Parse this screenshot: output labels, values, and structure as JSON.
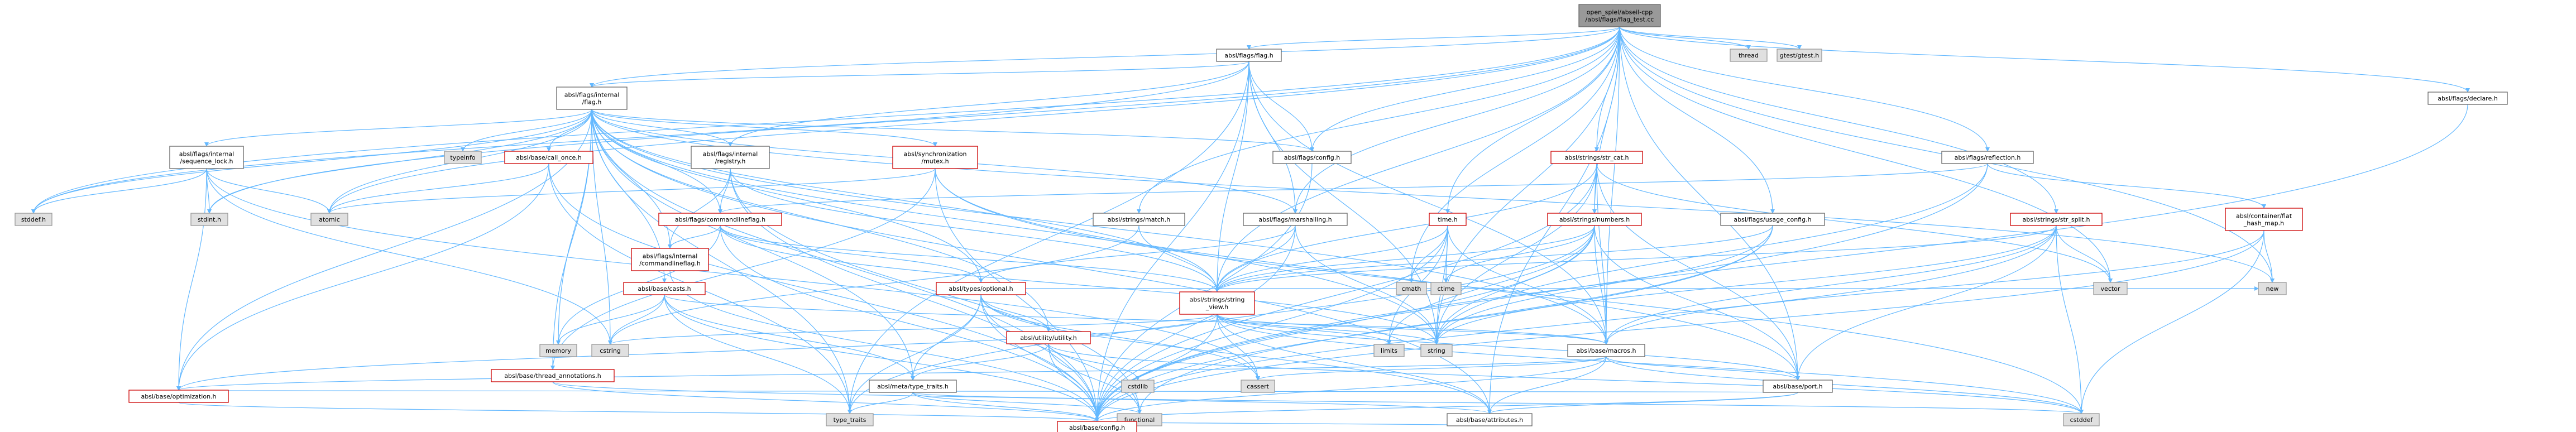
{
  "diagram": {
    "type": "include-dependency-graph",
    "nodes": [
      {
        "id": "root",
        "style": "root",
        "lines": [
          "open_spiel/abseil-cpp",
          "/absl/flags/flag_test.cc"
        ]
      },
      {
        "id": "flag_h",
        "style": "hdr",
        "lines": [
          "absl/flags/flag.h"
        ]
      },
      {
        "id": "internal_flag_h",
        "style": "hdr",
        "lines": [
          "absl/flags/internal",
          "/flag.h"
        ]
      },
      {
        "id": "thread",
        "style": "sys",
        "lines": [
          "thread"
        ]
      },
      {
        "id": "gtest",
        "style": "sys",
        "lines": [
          "gtest/gtest.h"
        ]
      },
      {
        "id": "declare_h",
        "style": "hdr",
        "lines": [
          "absl/flags/declare.h"
        ]
      },
      {
        "id": "seq_lock_h",
        "style": "hdr",
        "lines": [
          "absl/flags/internal",
          "/sequence_lock.h"
        ]
      },
      {
        "id": "typeinfo",
        "style": "sys",
        "lines": [
          "typeinfo"
        ]
      },
      {
        "id": "call_once_h",
        "style": "red",
        "lines": [
          "absl/base/call_once.h"
        ]
      },
      {
        "id": "registry_h",
        "style": "hdr",
        "lines": [
          "absl/flags/internal",
          "/registry.h"
        ]
      },
      {
        "id": "mutex_h",
        "style": "red",
        "lines": [
          "absl/synchronization",
          "/mutex.h"
        ]
      },
      {
        "id": "flags_config_h",
        "style": "hdr",
        "lines": [
          "absl/flags/config.h"
        ]
      },
      {
        "id": "str_cat_h",
        "style": "red",
        "lines": [
          "absl/strings/str_cat.h"
        ]
      },
      {
        "id": "reflection_h",
        "style": "hdr",
        "lines": [
          "absl/flags/reflection.h"
        ]
      },
      {
        "id": "stddef_h",
        "style": "sys",
        "lines": [
          "stddef.h"
        ]
      },
      {
        "id": "stdint_h",
        "style": "sys",
        "lines": [
          "stdint.h"
        ]
      },
      {
        "id": "atomic",
        "style": "sys",
        "lines": [
          "atomic"
        ]
      },
      {
        "id": "commandlineflag_h",
        "style": "red",
        "lines": [
          "absl/flags/commandlineflag.h"
        ]
      },
      {
        "id": "match_h",
        "style": "hdr",
        "lines": [
          "absl/strings/match.h"
        ]
      },
      {
        "id": "marshalling_h",
        "style": "hdr",
        "lines": [
          "absl/flags/marshalling.h"
        ]
      },
      {
        "id": "time_h",
        "style": "red",
        "lines": [
          "time.h"
        ]
      },
      {
        "id": "numbers_h",
        "style": "red",
        "lines": [
          "absl/strings/numbers.h"
        ]
      },
      {
        "id": "usage_config_h",
        "style": "hdr",
        "lines": [
          "absl/flags/usage_config.h"
        ]
      },
      {
        "id": "str_split_h",
        "style": "red",
        "lines": [
          "absl/strings/str_split.h"
        ]
      },
      {
        "id": "flat_hash_map_h",
        "style": "red",
        "lines": [
          "absl/container/flat",
          "_hash_map.h"
        ]
      },
      {
        "id": "internal_commandlineflag_h",
        "style": "red",
        "lines": [
          "absl/flags/internal",
          "/commandlineflag.h"
        ]
      },
      {
        "id": "casts_h",
        "style": "red",
        "lines": [
          "absl/base/casts.h"
        ]
      },
      {
        "id": "optional_h",
        "style": "red",
        "lines": [
          "absl/types/optional.h"
        ]
      },
      {
        "id": "string_view_h",
        "style": "red",
        "lines": [
          "absl/strings/string",
          "_view.h"
        ]
      },
      {
        "id": "cmath",
        "style": "sys",
        "lines": [
          "cmath"
        ]
      },
      {
        "id": "ctime",
        "style": "sys",
        "lines": [
          "ctime"
        ]
      },
      {
        "id": "vector",
        "style": "sys",
        "lines": [
          "vector"
        ]
      },
      {
        "id": "new",
        "style": "sys",
        "lines": [
          "new"
        ]
      },
      {
        "id": "utility_h",
        "style": "red",
        "lines": [
          "absl/utility/utility.h"
        ]
      },
      {
        "id": "memory",
        "style": "sys",
        "lines": [
          "memory"
        ]
      },
      {
        "id": "cstring",
        "style": "sys",
        "lines": [
          "cstring"
        ]
      },
      {
        "id": "limits",
        "style": "sys",
        "lines": [
          "limits"
        ]
      },
      {
        "id": "string",
        "style": "sys",
        "lines": [
          "string"
        ]
      },
      {
        "id": "macros_h",
        "style": "hdr",
        "lines": [
          "absl/base/macros.h"
        ]
      },
      {
        "id": "thread_annotations_h",
        "style": "red",
        "lines": [
          "absl/base/thread_annotations.h"
        ]
      },
      {
        "id": "type_traits_h",
        "style": "hdr",
        "lines": [
          "absl/meta/type_traits.h"
        ]
      },
      {
        "id": "cstdlib",
        "style": "sys",
        "lines": [
          "cstdlib"
        ]
      },
      {
        "id": "cassert",
        "style": "sys",
        "lines": [
          "cassert"
        ]
      },
      {
        "id": "port_h",
        "style": "hdr",
        "lines": [
          "absl/base/port.h"
        ]
      },
      {
        "id": "optimization_h",
        "style": "red",
        "lines": [
          "absl/base/optimization.h"
        ]
      },
      {
        "id": "type_traits",
        "style": "sys",
        "lines": [
          "type_traits"
        ]
      },
      {
        "id": "functional",
        "style": "sys",
        "lines": [
          "functional"
        ]
      },
      {
        "id": "attributes_h",
        "style": "hdr",
        "lines": [
          "absl/base/attributes.h"
        ]
      },
      {
        "id": "cstddef",
        "style": "sys",
        "lines": [
          "cstddef"
        ]
      },
      {
        "id": "base_config_h",
        "style": "red",
        "lines": [
          "absl/base/config.h"
        ]
      }
    ],
    "edges": [
      [
        "root",
        "flag_h"
      ],
      [
        "root",
        "thread"
      ],
      [
        "root",
        "gtest"
      ],
      [
        "root",
        "declare_h"
      ],
      [
        "root",
        "internal_flag_h"
      ],
      [
        "root",
        "flags_config_h"
      ],
      [
        "root",
        "str_cat_h"
      ],
      [
        "root",
        "reflection_h"
      ],
      [
        "root",
        "marshalling_h"
      ],
      [
        "root",
        "usage_config_h"
      ],
      [
        "root",
        "numbers_h"
      ],
      [
        "root",
        "str_split_h"
      ],
      [
        "root",
        "match_h"
      ],
      [
        "root",
        "time_h"
      ],
      [
        "root",
        "string_view_h"
      ],
      [
        "root",
        "stddef_h"
      ],
      [
        "root",
        "stdint_h"
      ],
      [
        "root",
        "atomic"
      ],
      [
        "root",
        "cmath"
      ],
      [
        "root",
        "string"
      ],
      [
        "root",
        "vector"
      ],
      [
        "root",
        "new"
      ],
      [
        "root",
        "attributes_h"
      ],
      [
        "root",
        "macros_h"
      ],
      [
        "root",
        "port_h"
      ],
      [
        "flag_h",
        "internal_flag_h"
      ],
      [
        "flag_h",
        "registry_h"
      ],
      [
        "flag_h",
        "flags_config_h"
      ],
      [
        "flag_h",
        "marshalling_h"
      ],
      [
        "flag_h",
        "string_view_h"
      ],
      [
        "flag_h",
        "macros_h"
      ],
      [
        "flag_h",
        "base_config_h"
      ],
      [
        "flag_h",
        "stddef_h"
      ],
      [
        "flag_h",
        "string"
      ],
      [
        "flag_h",
        "type_traits"
      ],
      [
        "internal_flag_h",
        "seq_lock_h"
      ],
      [
        "internal_flag_h",
        "typeinfo"
      ],
      [
        "internal_flag_h",
        "call_once_h"
      ],
      [
        "internal_flag_h",
        "registry_h"
      ],
      [
        "internal_flag_h",
        "mutex_h"
      ],
      [
        "internal_flag_h",
        "flags_config_h"
      ],
      [
        "internal_flag_h",
        "commandlineflag_h"
      ],
      [
        "internal_flag_h",
        "internal_commandlineflag_h"
      ],
      [
        "internal_flag_h",
        "marshalling_h"
      ],
      [
        "internal_flag_h",
        "casts_h"
      ],
      [
        "internal_flag_h",
        "optional_h"
      ],
      [
        "internal_flag_h",
        "string_view_h"
      ],
      [
        "internal_flag_h",
        "utility_h"
      ],
      [
        "internal_flag_h",
        "thread_annotations_h"
      ],
      [
        "internal_flag_h",
        "type_traits_h"
      ],
      [
        "internal_flag_h",
        "optimization_h"
      ],
      [
        "internal_flag_h",
        "macros_h"
      ],
      [
        "internal_flag_h",
        "attributes_h"
      ],
      [
        "internal_flag_h",
        "base_config_h"
      ],
      [
        "internal_flag_h",
        "stddef_h"
      ],
      [
        "internal_flag_h",
        "stdint_h"
      ],
      [
        "internal_flag_h",
        "atomic"
      ],
      [
        "internal_flag_h",
        "memory"
      ],
      [
        "internal_flag_h",
        "cstring"
      ],
      [
        "internal_flag_h",
        "string"
      ],
      [
        "internal_flag_h",
        "type_traits"
      ],
      [
        "internal_flag_h",
        "new"
      ],
      [
        "seq_lock_h",
        "stddef_h"
      ],
      [
        "seq_lock_h",
        "stdint_h"
      ],
      [
        "seq_lock_h",
        "atomic"
      ],
      [
        "seq_lock_h",
        "cassert"
      ],
      [
        "seq_lock_h",
        "cstring"
      ],
      [
        "seq_lock_h",
        "optimization_h"
      ],
      [
        "call_once_h",
        "atomic"
      ],
      [
        "call_once_h",
        "optimization_h"
      ],
      [
        "call_once_h",
        "type_traits"
      ],
      [
        "call_once_h",
        "base_config_h"
      ],
      [
        "registry_h",
        "commandlineflag_h"
      ],
      [
        "registry_h",
        "internal_commandlineflag_h"
      ],
      [
        "registry_h",
        "string_view_h"
      ],
      [
        "registry_h",
        "base_config_h"
      ],
      [
        "registry_h",
        "functional"
      ],
      [
        "mutex_h",
        "atomic"
      ],
      [
        "mutex_h",
        "thread_annotations_h"
      ],
      [
        "mutex_h",
        "port_h"
      ],
      [
        "mutex_h",
        "base_config_h"
      ],
      [
        "mutex_h",
        "cstddef"
      ],
      [
        "commandlineflag_h",
        "internal_commandlineflag_h"
      ],
      [
        "commandlineflag_h",
        "optional_h"
      ],
      [
        "commandlineflag_h",
        "string_view_h"
      ],
      [
        "commandlineflag_h",
        "base_config_h"
      ],
      [
        "commandlineflag_h",
        "memory"
      ],
      [
        "commandlineflag_h",
        "string"
      ],
      [
        "internal_commandlineflag_h",
        "base_config_h"
      ],
      [
        "marshalling_h",
        "optional_h"
      ],
      [
        "marshalling_h",
        "string_view_h"
      ],
      [
        "marshalling_h",
        "base_config_h"
      ],
      [
        "marshalling_h",
        "string"
      ],
      [
        "marshalling_h",
        "cstdint"
      ],
      [
        "str_cat_h",
        "numbers_h"
      ],
      [
        "str_cat_h",
        "string_view_h"
      ],
      [
        "str_cat_h",
        "port_h"
      ],
      [
        "str_cat_h",
        "macros_h"
      ],
      [
        "str_cat_h",
        "base_config_h"
      ],
      [
        "str_cat_h",
        "string"
      ],
      [
        "str_cat_h",
        "vector"
      ],
      [
        "str_cat_h",
        "cstdint"
      ],
      [
        "reflection_h",
        "flat_hash_map_h"
      ],
      [
        "reflection_h",
        "commandlineflag_h"
      ],
      [
        "reflection_h",
        "string"
      ],
      [
        "reflection_h",
        "base_config_h"
      ],
      [
        "match_h",
        "string_view_h"
      ],
      [
        "match_h",
        "cstring"
      ],
      [
        "time_h",
        "string_view_h"
      ],
      [
        "time_h",
        "cmath"
      ],
      [
        "time_h",
        "ctime"
      ],
      [
        "time_h",
        "limits"
      ],
      [
        "time_h",
        "string"
      ],
      [
        "time_h",
        "macros_h"
      ],
      [
        "time_h",
        "base_config_h"
      ],
      [
        "numbers_h",
        "string_view_h"
      ],
      [
        "numbers_h",
        "macros_h"
      ],
      [
        "numbers_h",
        "port_h"
      ],
      [
        "numbers_h",
        "base_config_h"
      ],
      [
        "numbers_h",
        "limits"
      ],
      [
        "numbers_h",
        "string"
      ],
      [
        "numbers_h",
        "type_traits"
      ],
      [
        "numbers_h",
        "ctime"
      ],
      [
        "usage_config_h",
        "string_view_h"
      ],
      [
        "usage_config_h",
        "base_config_h"
      ],
      [
        "usage_config_h",
        "functional"
      ],
      [
        "usage_config_h",
        "string"
      ],
      [
        "str_split_h",
        "string_view_h"
      ],
      [
        "str_split_h",
        "macros_h"
      ],
      [
        "str_split_h",
        "port_h"
      ],
      [
        "str_split_h",
        "base_config_h"
      ],
      [
        "str_split_h",
        "string"
      ],
      [
        "str_split_h",
        "vector"
      ],
      [
        "str_split_h",
        "cstddef"
      ],
      [
        "flat_hash_map_h",
        "macros_h"
      ],
      [
        "flat_hash_map_h",
        "new"
      ],
      [
        "flat_hash_map_h",
        "cstddef"
      ],
      [
        "flat_hash_map_h",
        "base_config_h"
      ],
      [
        "casts_h",
        "cstring"
      ],
      [
        "casts_h",
        "memory"
      ],
      [
        "casts_h",
        "type_traits"
      ],
      [
        "casts_h",
        "type_traits_h"
      ],
      [
        "casts_h",
        "macros_h"
      ],
      [
        "casts_h",
        "base_config_h"
      ],
      [
        "optional_h",
        "utility_h"
      ],
      [
        "optional_h",
        "type_traits_h"
      ],
      [
        "optional_h",
        "attributes_h"
      ],
      [
        "optional_h",
        "base_config_h"
      ],
      [
        "optional_h",
        "cassert"
      ],
      [
        "optional_h",
        "functional"
      ],
      [
        "optional_h",
        "new"
      ],
      [
        "optional_h",
        "type_traits"
      ],
      [
        "string_view_h",
        "cassert"
      ],
      [
        "string_view_h",
        "cstddef"
      ],
      [
        "string_view_h",
        "cstring"
      ],
      [
        "string_view_h",
        "limits"
      ],
      [
        "string_view_h",
        "string"
      ],
      [
        "string_view_h",
        "macros_h"
      ],
      [
        "string_view_h",
        "port_h"
      ],
      [
        "string_view_h",
        "attributes_h"
      ],
      [
        "string_view_h",
        "optimization_h"
      ],
      [
        "string_view_h",
        "base_config_h"
      ],
      [
        "utility_h",
        "cstddef"
      ],
      [
        "utility_h",
        "cstdlib"
      ],
      [
        "utility_h",
        "type_traits_h"
      ],
      [
        "utility_h",
        "functional"
      ],
      [
        "utility_h",
        "base_config_h"
      ],
      [
        "thread_annotations_h",
        "attributes_h"
      ],
      [
        "thread_annotations_h",
        "base_config_h"
      ],
      [
        "type_traits_h",
        "cstddef"
      ],
      [
        "type_traits_h",
        "functional"
      ],
      [
        "type_traits_h",
        "type_traits"
      ],
      [
        "type_traits_h",
        "base_config_h"
      ],
      [
        "macros_h",
        "cassert"
      ],
      [
        "macros_h",
        "cstddef"
      ],
      [
        "macros_h",
        "attributes_h"
      ],
      [
        "macros_h",
        "optimization_h"
      ],
      [
        "macros_h",
        "port_h"
      ],
      [
        "macros_h",
        "base_config_h"
      ],
      [
        "port_h",
        "attributes_h"
      ],
      [
        "port_h",
        "base_config_h"
      ],
      [
        "port_h",
        "optimization_h"
      ],
      [
        "optimization_h",
        "base_config_h"
      ],
      [
        "attributes_h",
        "base_config_h"
      ],
      [
        "declare_h",
        "base_config_h"
      ],
      [
        "flags_config_h",
        "base_config_h"
      ]
    ]
  }
}
